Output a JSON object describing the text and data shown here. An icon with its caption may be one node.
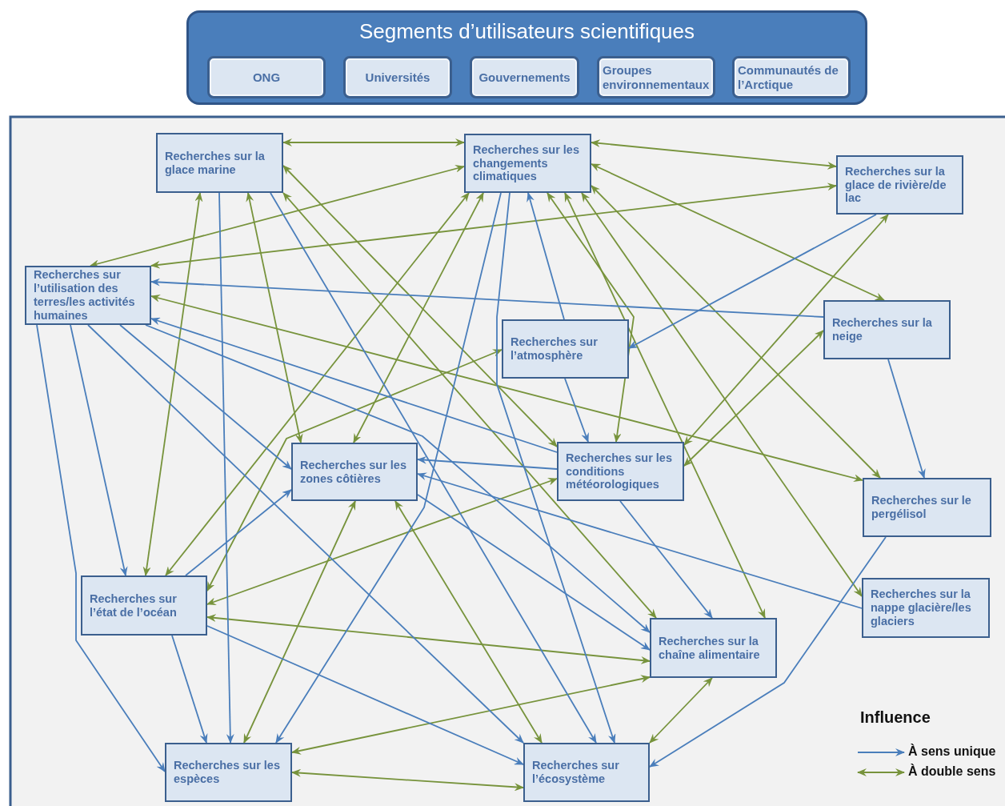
{
  "diagram": {
    "nodes": [
      {
        "text": [
          "Segments d’utilisateurs scientifiques"
        ]
      },
      {
        "text": [
          "ONG"
        ],
        "in": 0
      },
      {
        "text": [
          "Universités"
        ],
        "in": 0
      },
      {
        "text": [
          "Gouvernements"
        ],
        "in": 0
      },
      {
        "text": [
          "Groupes environnementaux"
        ],
        "in": 0
      },
      {
        "text": [
          "Communautés de l’Arctique"
        ],
        "in": 0
      },
      {
        "text": [
          "Recherches sur la glace marine"
        ]
      },
      {
        "text": [
          "Recherches sur les changements climatiques"
        ]
      },
      {
        "text": [
          "Recherches sur la glace de rivière/de lac"
        ]
      },
      {
        "text": [
          "Recherches sur l’utilisation des terres/les activités humaines"
        ]
      },
      {
        "text": [
          "Recherches sur l’atmosphère"
        ]
      },
      {
        "text": [
          "Recherches sur la neige"
        ]
      },
      {
        "text": [
          "Recherches sur les zones côtières"
        ]
      },
      {
        "text": [
          "Recherches sur les conditions météorologiques"
        ]
      },
      {
        "text": [
          "Recherches sur le pergélisol"
        ]
      },
      {
        "text": [
          "Recherches sur la nappe glacière/les glaciers"
        ]
      },
      {
        "text": [
          "Recherches sur l’état de l’océan"
        ]
      },
      {
        "text": [
          "Recherches sur la chaîne alimentaire"
        ]
      },
      {
        "text": [
          "Recherches sur les espèces"
        ]
      },
      {
        "text": [
          "Recherches sur l’écosystème"
        ]
      }
    ],
    "edges": [
      {
        "from": 6,
        "to": 7,
        "arrow": "both"
      },
      {
        "from": 7,
        "to": 9,
        "arrow": "both"
      },
      {
        "from": 7,
        "to": 8,
        "arrow": "both"
      },
      {
        "from": 8,
        "to": 9,
        "arrow": "both"
      },
      {
        "from": 7,
        "to": 11,
        "arrow": "both"
      },
      {
        "from": 7,
        "to": 14,
        "arrow": "both"
      },
      {
        "from": 7,
        "to": 15,
        "arrow": "both"
      },
      {
        "from": 7,
        "to": 17,
        "arrow": "both"
      },
      {
        "from": 7,
        "to": 13,
        "arrow": "both"
      },
      {
        "from": 7,
        "to": 12,
        "arrow": "both"
      },
      {
        "from": 7,
        "to": 16,
        "arrow": "both"
      },
      {
        "from": 9,
        "to": 14,
        "arrow": "both"
      },
      {
        "from": 6,
        "to": 16,
        "arrow": "both"
      },
      {
        "from": 6,
        "to": 12,
        "arrow": "both"
      },
      {
        "from": 6,
        "to": 13,
        "arrow": "both"
      },
      {
        "from": 6,
        "to": 17,
        "arrow": "both"
      },
      {
        "from": 10,
        "to": 16,
        "arrow": "both"
      },
      {
        "from": 13,
        "to": 16,
        "arrow": "both"
      },
      {
        "from": 8,
        "to": 13,
        "arrow": "both"
      },
      {
        "from": 11,
        "to": 13,
        "arrow": "both"
      },
      {
        "from": 12,
        "to": 18,
        "arrow": "both"
      },
      {
        "from": 12,
        "to": 19,
        "arrow": "both"
      },
      {
        "from": 16,
        "to": 17,
        "arrow": "both"
      },
      {
        "from": 18,
        "to": 17,
        "arrow": "both"
      },
      {
        "from": 18,
        "to": 19,
        "arrow": "both"
      },
      {
        "from": 17,
        "to": 19,
        "arrow": "both"
      },
      {
        "from": 10,
        "to": 7,
        "arrow": "to",
        "color": "#4a7ebb"
      },
      {
        "from": 7,
        "to": 18,
        "arrow": "to",
        "color": "#4a7ebb"
      },
      {
        "from": 7,
        "to": 19,
        "arrow": "to",
        "color": "#4a7ebb"
      },
      {
        "from": 9,
        "to": 16,
        "arrow": "to",
        "color": "#4a7ebb"
      },
      {
        "from": 9,
        "to": 18,
        "arrow": "to",
        "color": "#4a7ebb"
      },
      {
        "from": 9,
        "to": 12,
        "arrow": "to",
        "color": "#4a7ebb"
      },
      {
        "from": 9,
        "to": 19,
        "arrow": "to",
        "color": "#4a7ebb"
      },
      {
        "from": 9,
        "to": 17,
        "arrow": "to",
        "color": "#4a7ebb"
      },
      {
        "from": 16,
        "to": 12,
        "arrow": "to",
        "color": "#4a7ebb"
      },
      {
        "from": 16,
        "to": 18,
        "arrow": "to",
        "color": "#4a7ebb"
      },
      {
        "from": 16,
        "to": 19,
        "arrow": "to",
        "color": "#4a7ebb"
      },
      {
        "from": 6,
        "to": 18,
        "arrow": "to",
        "color": "#4a7ebb"
      },
      {
        "from": 6,
        "to": 19,
        "arrow": "to",
        "color": "#4a7ebb"
      },
      {
        "from": 13,
        "to": 12,
        "arrow": "to",
        "color": "#4a7ebb"
      },
      {
        "from": 13,
        "to": 9,
        "arrow": "to",
        "color": "#4a7ebb"
      },
      {
        "from": 11,
        "to": 9,
        "arrow": "to",
        "color": "#4a7ebb"
      },
      {
        "from": 15,
        "to": 12,
        "arrow": "to",
        "color": "#4a7ebb"
      },
      {
        "from": 8,
        "to": 10,
        "arrow": "to",
        "color": "#4a7ebb"
      },
      {
        "from": 11,
        "to": 14,
        "arrow": "to",
        "color": "#4a7ebb"
      },
      {
        "from": 14,
        "to": 19,
        "arrow": "to",
        "color": "#4a7ebb"
      },
      {
        "from": 10,
        "to": 13,
        "arrow": "to",
        "color": "#4a7ebb"
      },
      {
        "from": 13,
        "to": 17,
        "arrow": "to",
        "color": "#4a7ebb"
      },
      {
        "from": 12,
        "to": 17,
        "arrow": "to",
        "color": "#4a7ebb"
      }
    ],
    "labels": [
      "Influence"
    ],
    "legend": [
      {
        "text": "À sens unique"
      },
      {
        "text": "À double sens"
      }
    ]
  }
}
